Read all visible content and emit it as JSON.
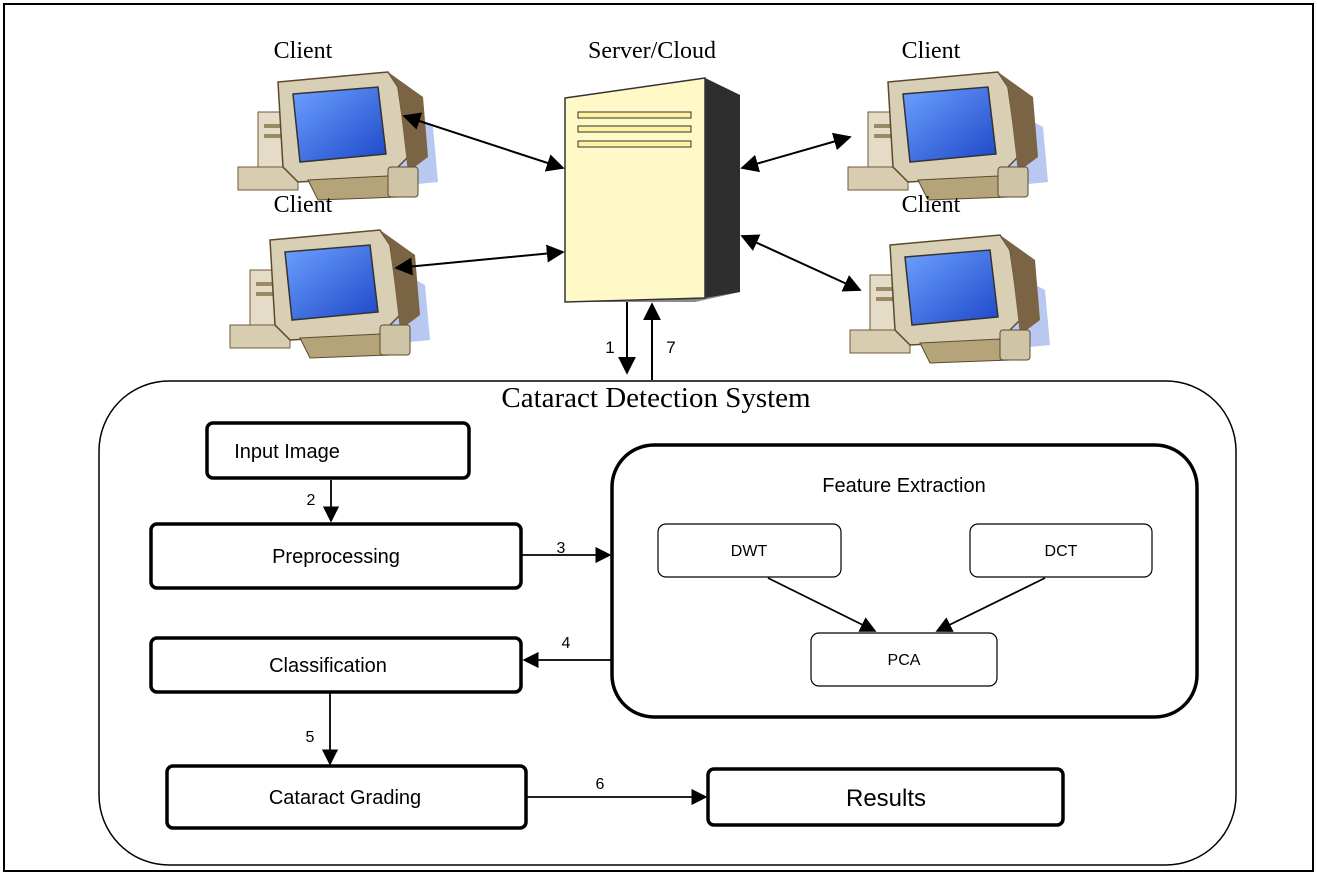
{
  "diagram": {
    "top": {
      "server_label": "Server/Cloud",
      "client_labels": [
        "Client",
        "Client",
        "Client",
        "Client"
      ]
    },
    "connectors": [
      "1",
      "7"
    ],
    "system": {
      "title": "Cataract Detection System",
      "boxes": {
        "input": "Input Image",
        "preprocessing": "Preprocessing",
        "classification": "Classification",
        "grading": "Cataract Grading",
        "results": "Results"
      },
      "feature_extraction": {
        "title": "Feature Extraction",
        "dwt": "DWT",
        "dct": "DCT",
        "pca": "PCA"
      },
      "step_numbers": [
        "2",
        "3",
        "4",
        "5",
        "6"
      ]
    }
  }
}
